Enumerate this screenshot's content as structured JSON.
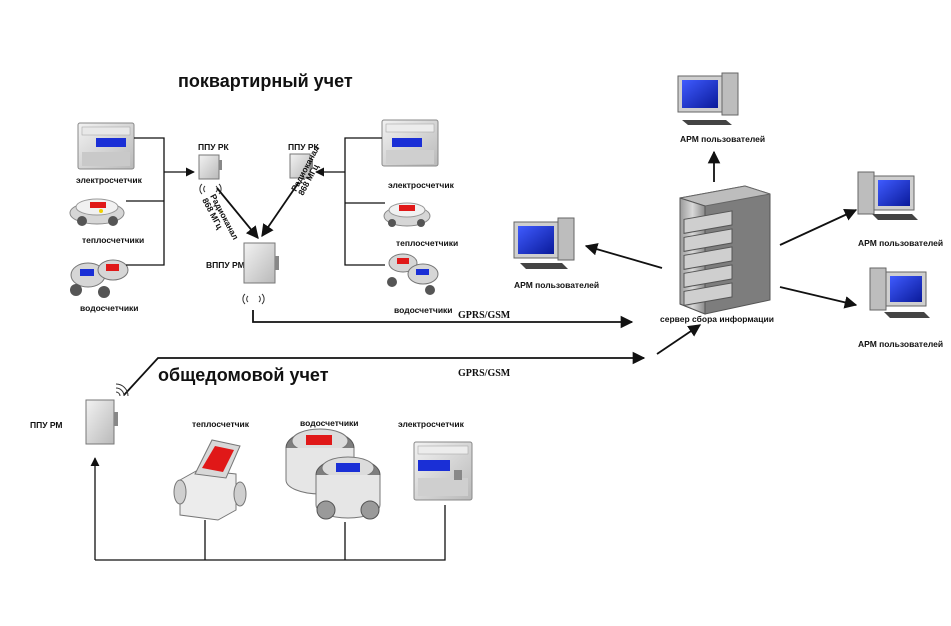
{
  "sections": {
    "apartment_title": "поквартирный учет",
    "building_title": "общедомовой  учет"
  },
  "labels": {
    "electric_meter": "электросчетчик",
    "heat_meters": "теплосчетчики",
    "water_meters": "водосчетчики",
    "heat_meter": "теплосчетчик",
    "water_meters_b": "водосчетчики",
    "electric_meter_b": "электросчетчик",
    "ppu_rk": "ППУ РК",
    "vppu_rm": "ВППУ РМ",
    "ppu_rm": "ППУ РМ",
    "radio_1": "Радиоканал",
    "radio_2": "868 МГц",
    "gprs": "GPRS/GSM",
    "server": "сервер сбора информации",
    "arm": "АРМ пользователей"
  },
  "colors": {
    "screen_blue": "#1a2fd6",
    "screen_red": "#e01818",
    "device_gray": "#d4d4d4",
    "line": "#111111"
  },
  "icons": [
    "electric-meter-icon",
    "heat-meter-icon",
    "water-meter-icon",
    "transmitter-icon",
    "server-icon",
    "computer-icon",
    "signal-icon"
  ]
}
